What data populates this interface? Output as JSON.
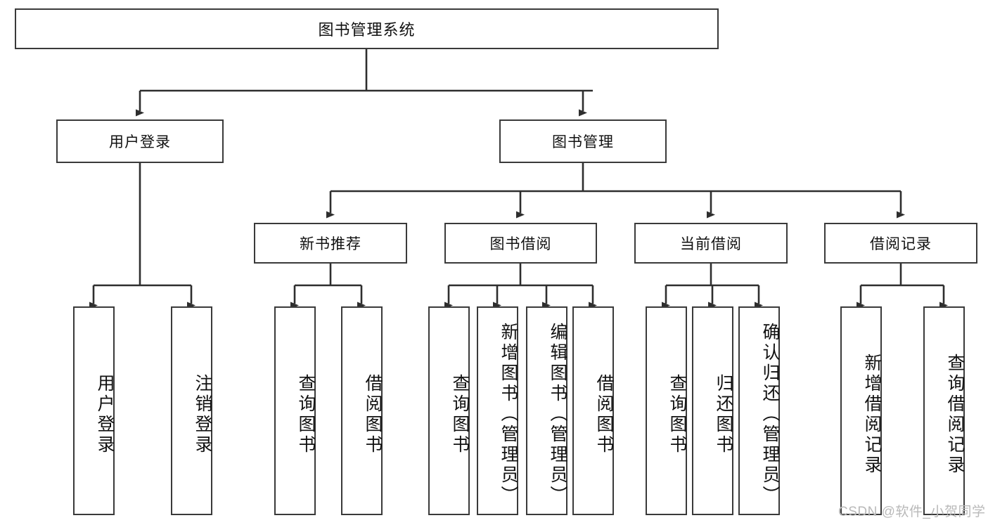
{
  "diagram": {
    "title": "图书管理系统",
    "watermark": "CSDN @软件_小贺同学",
    "colors": {
      "box_border": "#3a3a3a",
      "edge": "#2e2e2e",
      "text": "#111111",
      "watermark": "#b9b9b9",
      "background": "#ffffff"
    },
    "level1": {
      "label": "图书管理系统"
    },
    "level2": [
      {
        "label": "用户登录"
      },
      {
        "label": "图书管理"
      }
    ],
    "level3": [
      {
        "label": "新书推荐"
      },
      {
        "label": "图书借阅"
      },
      {
        "label": "当前借阅"
      },
      {
        "label": "借阅记录"
      }
    ],
    "leaves": {
      "user_login": [
        {
          "label": "用户登录"
        },
        {
          "label": "注销登录"
        }
      ],
      "new_book": [
        {
          "label": "查询图书"
        },
        {
          "label": "借阅图书"
        }
      ],
      "book_borrow": [
        {
          "label": "查询图书"
        },
        {
          "label": "新增图书（管理员）"
        },
        {
          "label": "编辑图书（管理员）"
        },
        {
          "label": "借阅图书"
        }
      ],
      "current_borrow": [
        {
          "label": "查询图书"
        },
        {
          "label": "归还图书"
        },
        {
          "label": "确认归还（管理员）"
        }
      ],
      "borrow_record": [
        {
          "label": "新增借阅记录"
        },
        {
          "label": "查询借阅记录"
        }
      ]
    }
  }
}
